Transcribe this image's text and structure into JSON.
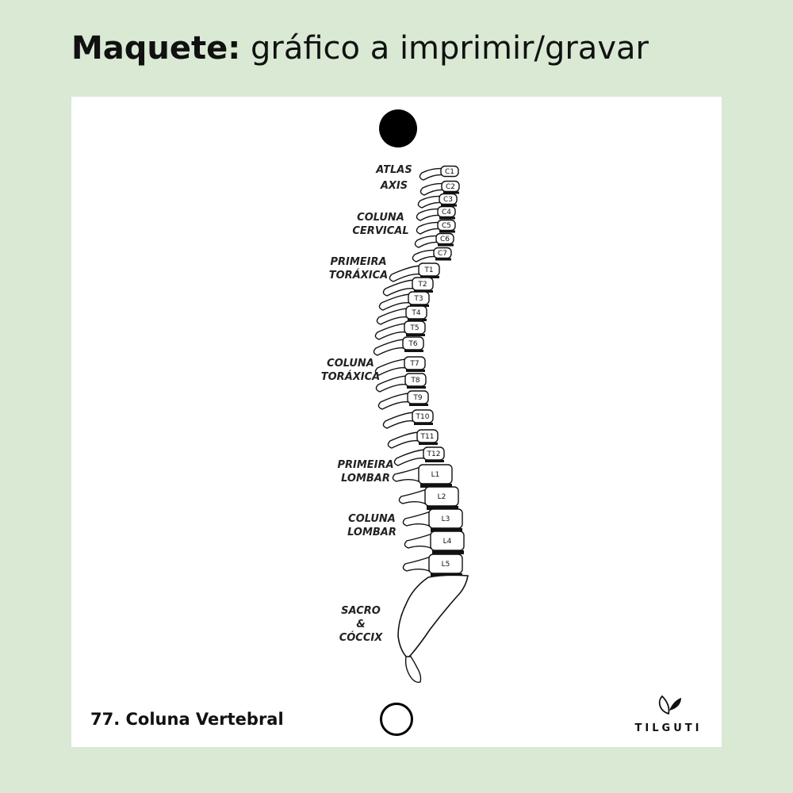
{
  "header": {
    "bold": "Maquete:",
    "rest": " gráfico a imprimir/gravar"
  },
  "card": {
    "footer_title": "77. Coluna Vertebral",
    "brand": "TILGUTI"
  },
  "region_labels": [
    {
      "lines": [
        "ATLAS"
      ]
    },
    {
      "lines": [
        "AXIS"
      ]
    },
    {
      "lines": [
        "COLUNA",
        "CERVICAL"
      ]
    },
    {
      "lines": [
        "PRIMEIRA",
        "TORÁXICA"
      ]
    },
    {
      "lines": [
        "COLUNA",
        "TORÁXICA"
      ]
    },
    {
      "lines": [
        "PRIMEIRA",
        "LOMBAR"
      ]
    },
    {
      "lines": [
        "COLUNA",
        "LOMBAR"
      ]
    },
    {
      "lines": [
        "SACRO",
        "&",
        "CÓCCIX"
      ]
    }
  ],
  "vertebrae": [
    "C1",
    "C2",
    "C3",
    "C4",
    "C5",
    "C6",
    "C7",
    "T1",
    "T2",
    "T3",
    "T4",
    "T5",
    "T6",
    "T7",
    "T8",
    "T9",
    "T10",
    "T11",
    "T12",
    "L1",
    "L2",
    "L3",
    "L4",
    "L5"
  ]
}
